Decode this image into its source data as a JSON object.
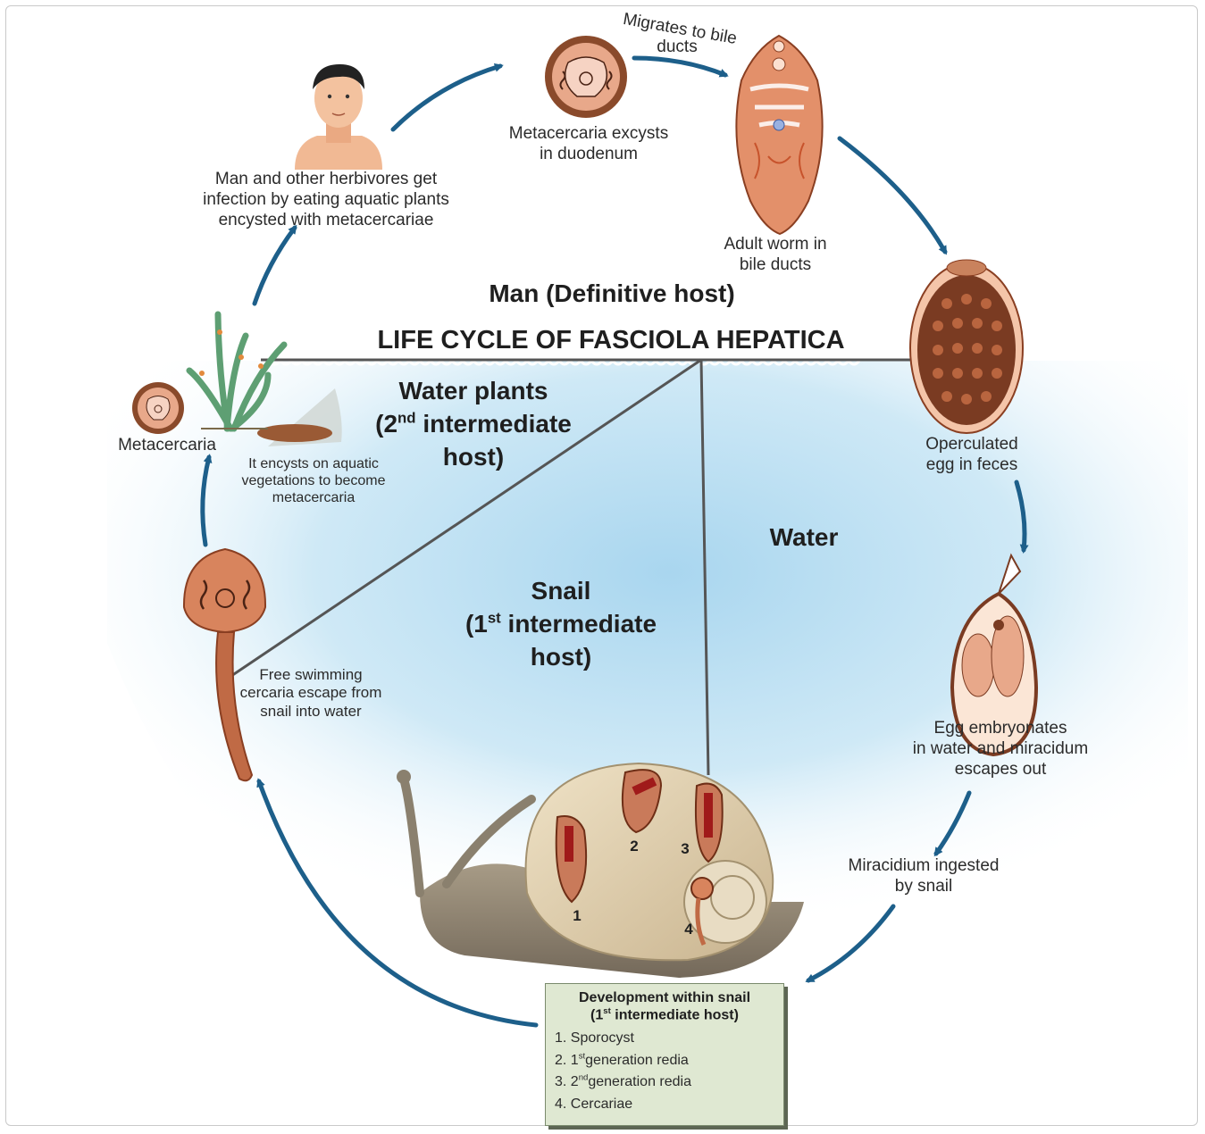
{
  "title": "LIFE CYCLE OF FASCIOLA HEPATICA",
  "zones": {
    "man": "Man (Definitive host)",
    "water_plants_a": "Water plants",
    "water_plants_b_pre": "(2",
    "water_plants_b_sup": "nd",
    "water_plants_b_post": " intermediate",
    "water_plants_c": "host)",
    "water": "Water",
    "snail_a": "Snail",
    "snail_b_pre": "(1",
    "snail_b_sup": "st",
    "snail_b_post": " intermediate",
    "snail_c": "host)"
  },
  "stages": {
    "migrates_1": "Migrates to bile",
    "migrates_2": "ducts",
    "excysts_1": "Metacercaria excysts",
    "excysts_2": "in duodenum",
    "adult_1": "Adult worm in",
    "adult_2": "bile ducts",
    "man_1": "Man and other herbivores get",
    "man_2": "infection by eating aquatic plants",
    "man_3": "encysted with metacercariae",
    "egg_1": "Operculated",
    "egg_2": "egg in feces",
    "embryo_1": "Egg embryonates",
    "embryo_2": "in water and miracidum",
    "embryo_3": "escapes out",
    "miracidium_1": "Miracidium ingested",
    "miracidium_2": "by snail",
    "metacercaria": "Metacercaria",
    "encysts_1": "It encysts  on aquatic",
    "encysts_2": "vegetations to become",
    "encysts_3": "metacercaria",
    "cercaria_1": "Free swimming",
    "cercaria_2": "cercaria escape from",
    "cercaria_3": "snail into water"
  },
  "snail_numbers": [
    "1",
    "2",
    "3",
    "4"
  ],
  "development": {
    "title_1": "Development within snail",
    "title_2_pre": "(1",
    "title_2_sup": "st",
    "title_2_post": " intermediate host)",
    "item1": "1. Sporocyst",
    "item2_pre": "2. 1",
    "item2_sup": "st",
    "item2_post": "generation redia",
    "item3_pre": "3. 2",
    "item3_sup": "nd",
    "item3_post": "generation redia",
    "item4": "4. Cercariae"
  },
  "colors": {
    "arrow": "#1d5f8a",
    "water": "#bfe1f3",
    "organism": "#c9785a",
    "organism_dark": "#7a3b22",
    "box": "#dfe8d2"
  }
}
